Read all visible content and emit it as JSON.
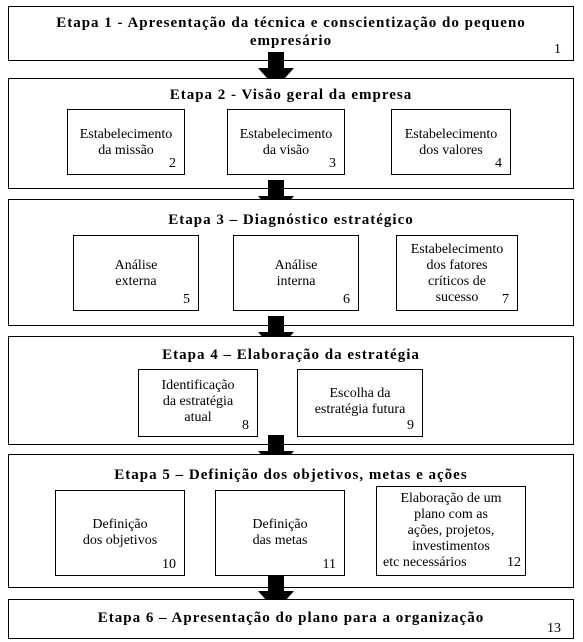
{
  "stages": [
    {
      "title_line1": "Etapa 1 - Apresentação da técnica e conscientização do pequeno",
      "title_line2": "empresário",
      "number": "1"
    },
    {
      "title": "Etapa 2 - Visão geral da empresa",
      "items": [
        {
          "line1": "Estabelecimento",
          "line2": "da missão",
          "number": "2"
        },
        {
          "line1": "Estabelecimento",
          "line2": "da visão",
          "number": "3"
        },
        {
          "line1": "Estabelecimento",
          "line2": "dos valores",
          "number": "4"
        }
      ]
    },
    {
      "title": "Etapa 3 – Diagnóstico estratégico",
      "items": [
        {
          "line1": "Análise",
          "line2": "externa",
          "number": "5"
        },
        {
          "line1": "Análise",
          "line2": "interna",
          "number": "6"
        },
        {
          "line1": "Estabelecimento",
          "line2": "dos fatores",
          "line3": "críticos de",
          "line4": "sucesso",
          "number": "7"
        }
      ]
    },
    {
      "title": "Etapa 4 – Elaboração da estratégia",
      "items": [
        {
          "line1": "Identificação",
          "line2": "da estratégia",
          "line3": "atual",
          "number": "8"
        },
        {
          "line1": "Escolha da",
          "line2": "estratégia futura",
          "number": "9"
        }
      ]
    },
    {
      "title": "Etapa 5 – Definição dos objetivos, metas e ações",
      "items": [
        {
          "line1": "Definição",
          "line2": "dos objetivos",
          "number": "10"
        },
        {
          "line1": "Definição",
          "line2": "das metas",
          "number": "11"
        },
        {
          "line1": "Elaboração de um",
          "line2": "plano com as",
          "line3": "ações, projetos,",
          "line4": "investimentos",
          "line5": "etc necessários",
          "number": "12"
        }
      ]
    },
    {
      "title": "Etapa 6 – Apresentação do plano para a organização",
      "number": "13"
    }
  ]
}
